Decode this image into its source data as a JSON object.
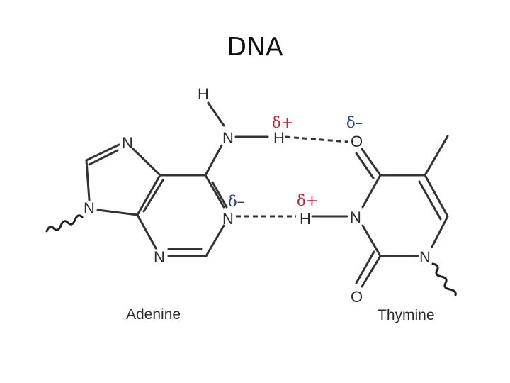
{
  "title": "DNA",
  "adenine": {
    "name": "Adenine",
    "atoms": {
      "h_top": "H",
      "n_amino": "N",
      "n_imid_top": "N",
      "n_imid_left": "N",
      "n_ring_right": "N",
      "n_ring_bottom": "N"
    },
    "charges": {
      "amino_h": "δ+",
      "ring_n": "δ–"
    },
    "amino_h": "H"
  },
  "thymine": {
    "name": "Thymine",
    "atoms": {
      "o_top": "O",
      "n_left": "N",
      "h_left": "H",
      "n_bottom_right": "N",
      "o_bottom": "O"
    },
    "charges": {
      "o_top": "δ–",
      "h_left": "δ+"
    }
  },
  "colors": {
    "delta_plus": "#c8202e",
    "delta_minus": "#26408f"
  }
}
